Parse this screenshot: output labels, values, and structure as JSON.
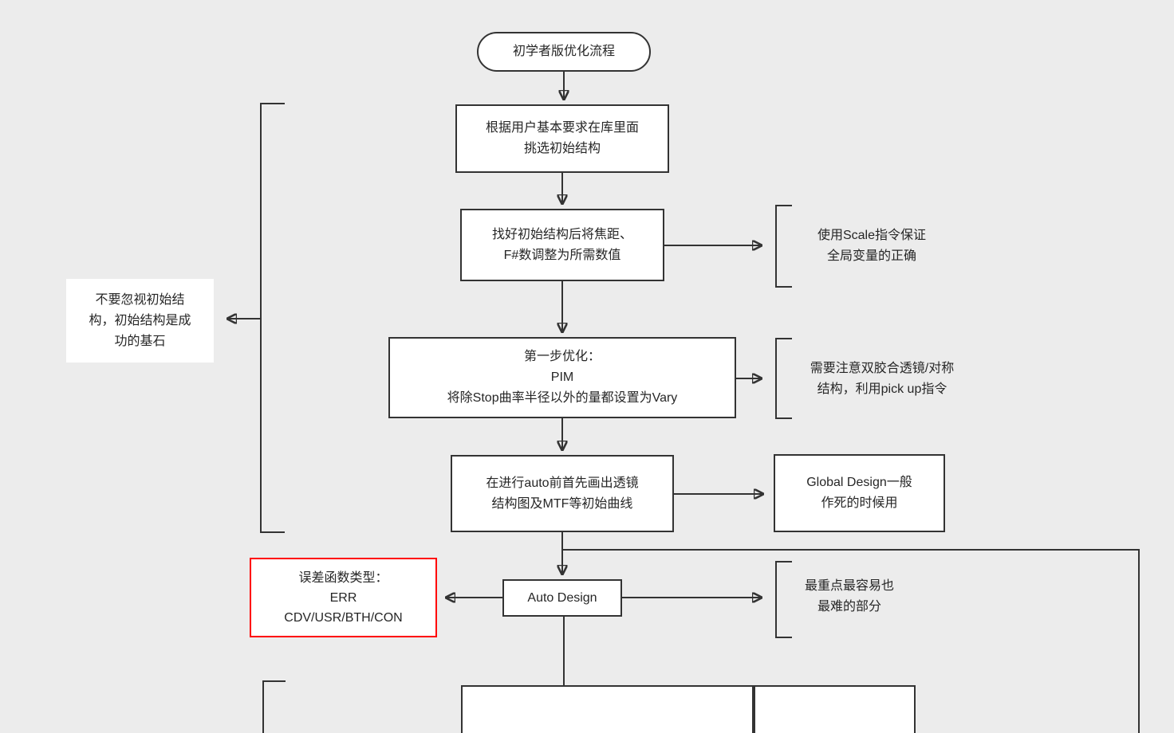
{
  "title": "初学者版优化流程",
  "nodes": {
    "start": "初学者版优化流程",
    "pick_initial": "根据用户基本要求在库里面\n挑选初始结构",
    "adjust_focal": "找好初始结构后将焦距、\nF#数调整为所需数值",
    "first_opt": "第一步优化：\nPIM\n将除Stop曲率半径以外的量都设置为Vary",
    "draw_before_auto": "在进行auto前首先画出透镜\n结构图及MTF等初始曲线",
    "global_design": "Global Design一般\n作死的时候用",
    "auto_design": "Auto Design",
    "error_function": "误差函数类型：\nERR\nCDV/USR/BTH/CON"
  },
  "notes": {
    "scale": "使用Scale指令保证\n全局变量的正确",
    "pickup": "需要注意双胶合透镜/对称\n结构，利用pick up指令",
    "important": "最重点最容易也\n最难的部分",
    "initial_structure": "不要忽视初始结\n构，初始结构是成\n功的基石"
  },
  "colors": {
    "background": "#ececec",
    "stroke": "#333333",
    "box_fill": "#ffffff",
    "highlight_border": "#ff0000",
    "text": "#262626"
  }
}
